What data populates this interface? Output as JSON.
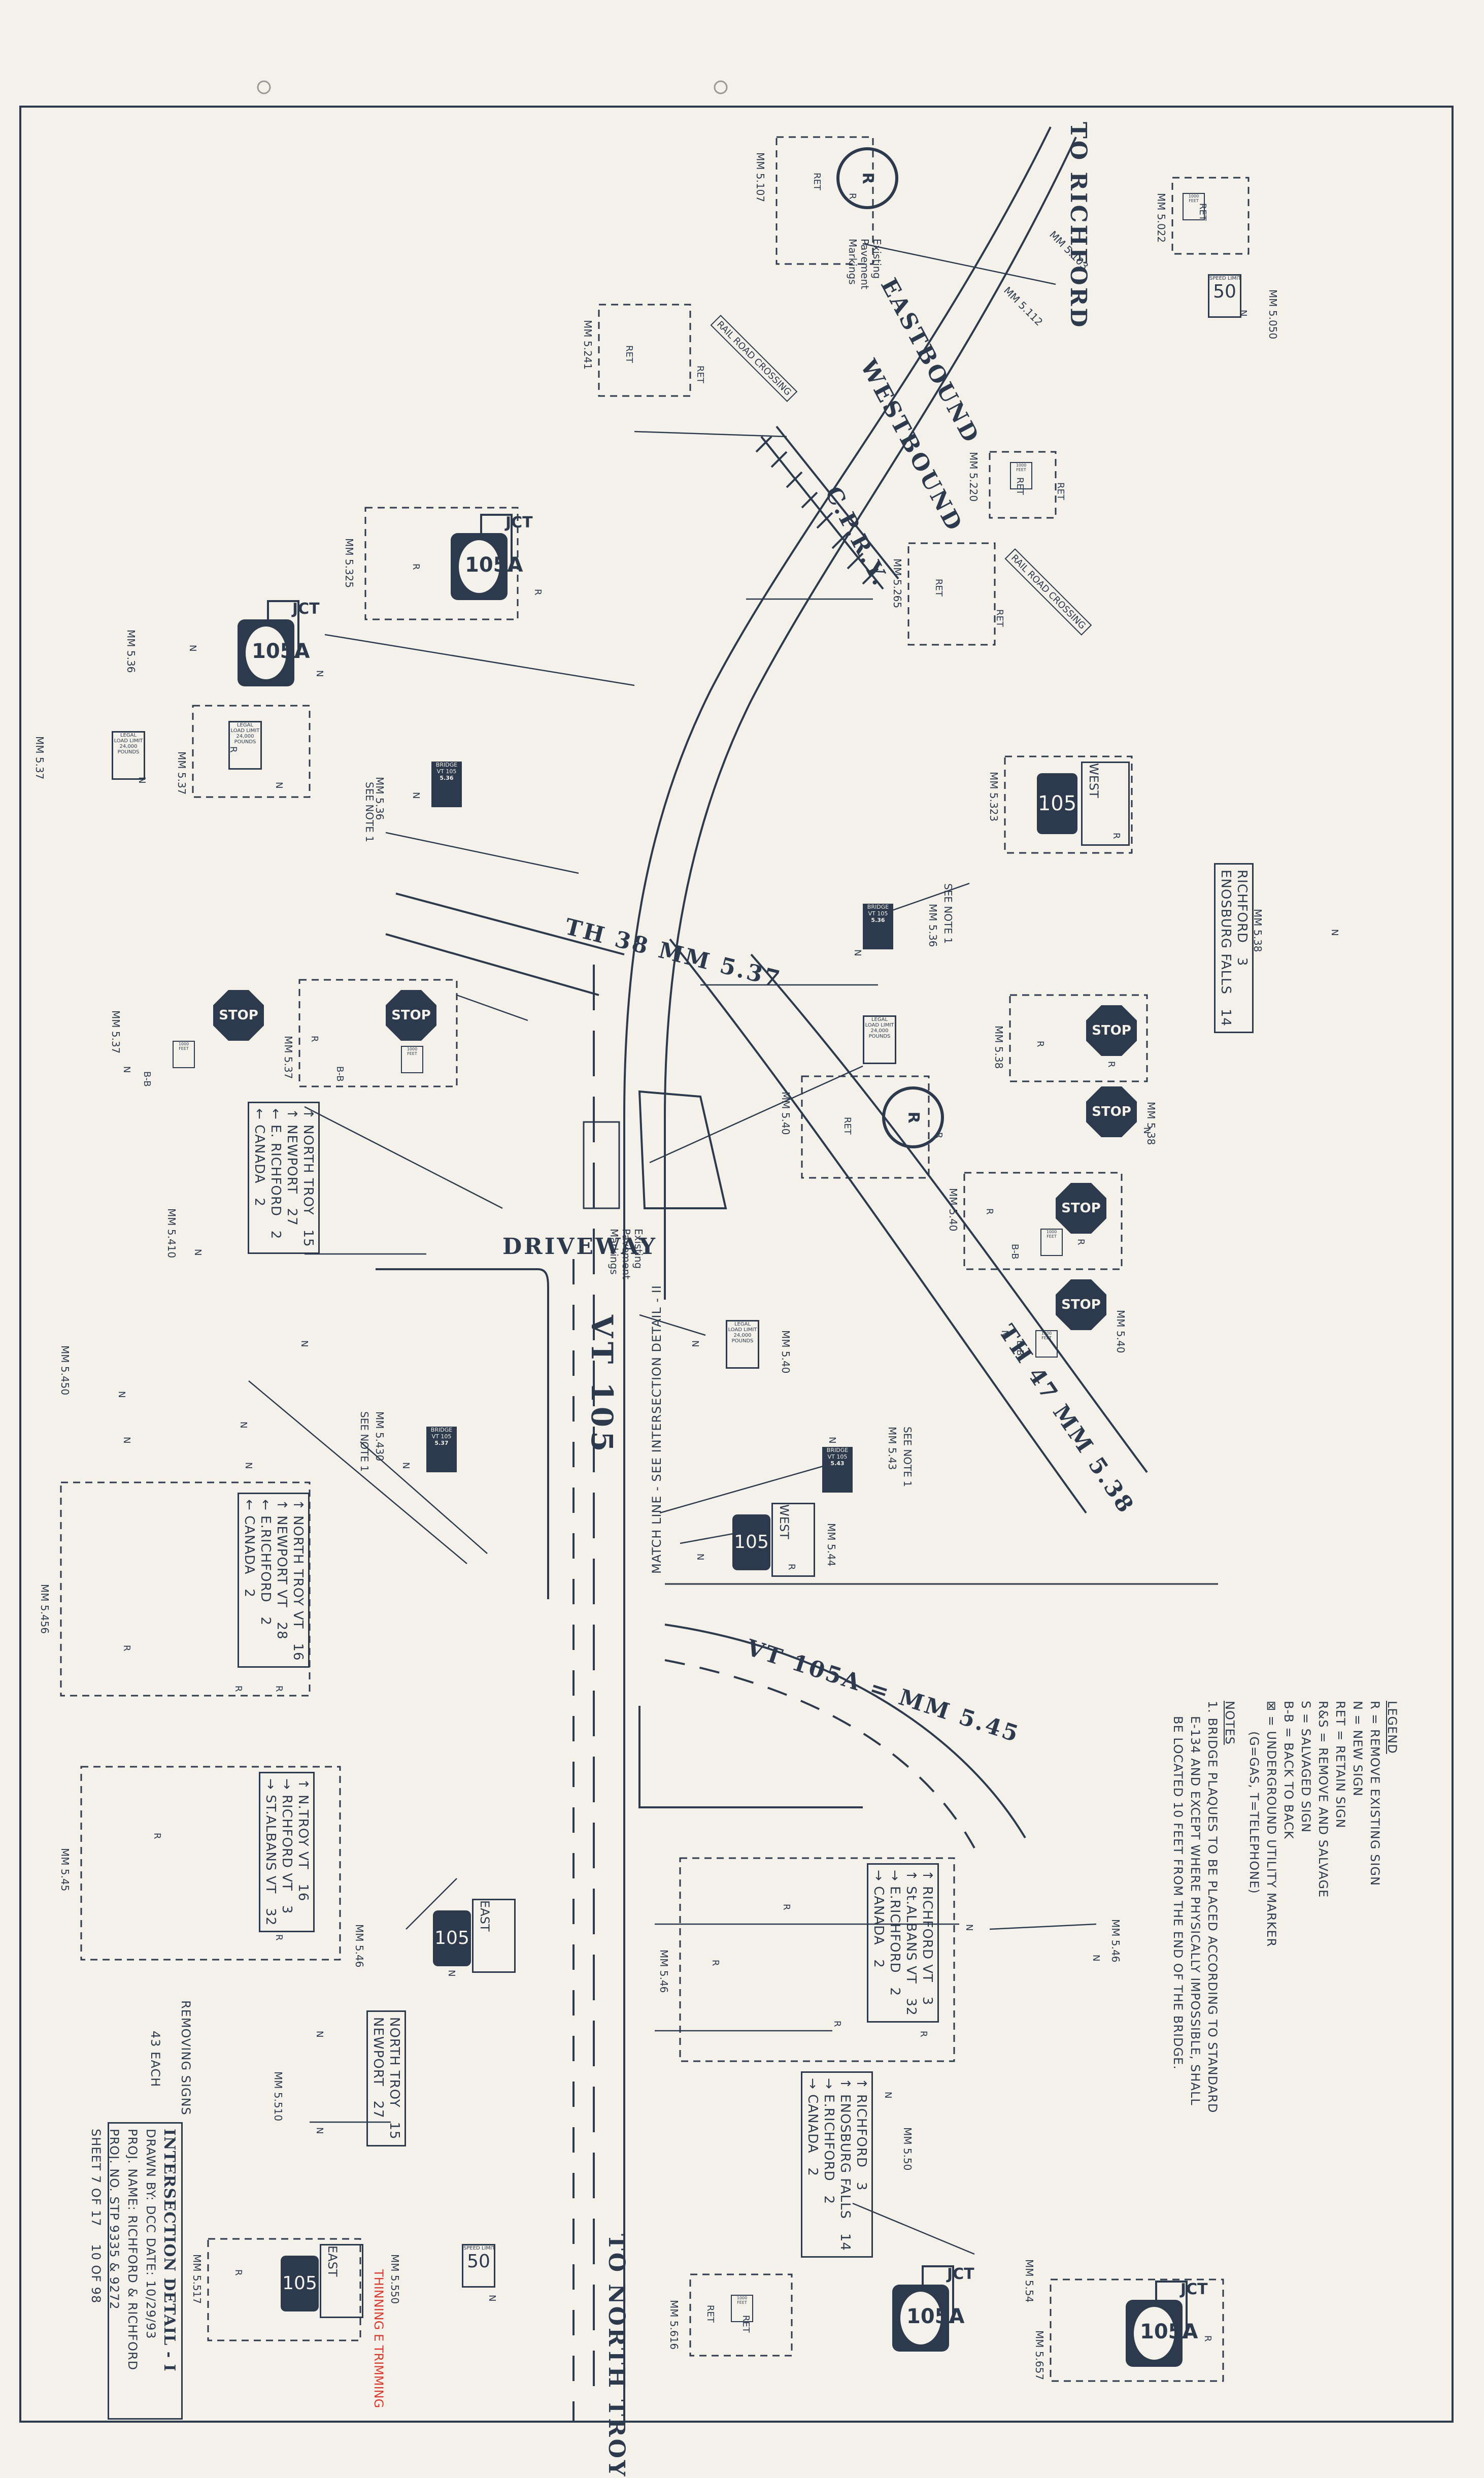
{
  "colors": {
    "paper": "#f3f1ea",
    "ink": "#2d3a4d",
    "annotation_red": "#d63a2e"
  },
  "road_labels": {
    "to_richford": "TO RICHFORD",
    "to_north_troy": "TO NORTH TROY",
    "eastbound": "EASTBOUND",
    "westbound": "WESTBOUND",
    "railroad": "C.P.R.Y.",
    "th38": "TH 38 MM 5.37",
    "th47": "TH 47 MM 5.38",
    "vt105": "VT 105",
    "vt105a": "VT 105A = MM 5.45",
    "driveway": "DRIVEWAY",
    "match_line": "MATCH LINE - SEE INTERSECTION DETAIL - II",
    "existing_markings_1": "Existing Pavement Markings",
    "existing_markings_2": "Existing Pavement Markings"
  },
  "mileposts": [
    "MM 5.107",
    "MM 5.103",
    "MM 5.112",
    "MM 5.022",
    "MM 5.050",
    "MM 5.241",
    "MM 5.220",
    "MM 5.325",
    "MM 5.265",
    "MM 5.36",
    "MM 5.37",
    "MM 5.37",
    "MM 5.36",
    "MM 5.323",
    "MM 5.36",
    "MM 5.38",
    "MM 5.37",
    "MM 5.37",
    "MM 5.38",
    "MM 5.38",
    "MM 5.40",
    "MM 5.410",
    "MM 5.40",
    "MM 5.40",
    "MM 5.40",
    "MM 5.450",
    "MM 5.430",
    "MM 5.43",
    "MM 5.44",
    "MM 5.456",
    "MM 5.45",
    "MM 5.46",
    "MM 5.46",
    "MM 5.46",
    "MM 5.510",
    "MM 5.50",
    "MM 5.517",
    "MM 5.550",
    "MM 5.54",
    "MM 5.616",
    "MM 5.657"
  ],
  "see_notes": [
    "SEE NOTE 1",
    "SEE NOTE 1",
    "SEE NOTE 1",
    "SEE NOTE 1"
  ],
  "sign_codes": {
    "R": "R",
    "N": "N",
    "RET": "RET",
    "BB": "B-B"
  },
  "signs": {
    "rr_crossing_letter": "R",
    "crossing_text": "RAIL ROAD CROSSING",
    "jct": "JCT",
    "route_105a": "105A",
    "route_105": "105",
    "east": "EAST",
    "west": "WEST",
    "stop": "STOP",
    "speed_limit_text": "SPEED LIMIT",
    "speed_50": "50",
    "bridge_plaque": "BRIDGE VT 105",
    "bridge_5_36": "5.36",
    "bridge_5_37": "5.37",
    "bridge_5_43": "5.43",
    "weight_limit": "LEGAL LOAD LIMIT 24,000 POUNDS",
    "hundred_yards": "1000 FEET",
    "dest_ntroy": [
      "NORTH TROY",
      "15",
      "NEWPORT",
      "27",
      "E. RICHFORD",
      "2",
      "CANADA",
      "2"
    ],
    "dest_ntroy_vt": [
      "NORTH TROY VT",
      "16",
      "NEWPORT VT",
      "28",
      "E.RICHFORD",
      "2",
      "CANADA",
      "2"
    ],
    "dest_ntroy_sa": [
      "N.TROY VT",
      "16",
      "RICHFORD VT",
      "3",
      "ST.ALBANS VT",
      "32"
    ],
    "dest_richford": [
      "RICHFORD VT",
      "3",
      "St.ALBANS VT",
      "32",
      "E.RICHFORD",
      "2",
      "CANADA",
      "2"
    ],
    "dest_enosburg": [
      "RICHFORD",
      "3",
      "ENOSBURG FALLS",
      "14",
      "E.RICHFORD",
      "2",
      "CANADA",
      "2"
    ],
    "dest_richford_enos": [
      "RICHFORD",
      "3",
      "ENOSBURG FALLS",
      "14"
    ],
    "dest_ntroy_newport": [
      "NORTH TROY",
      "15",
      "NEWPORT",
      "27"
    ]
  },
  "legend": {
    "title": "LEGEND",
    "items": [
      "R = REMOVE EXISTING SIGN",
      "N = NEW SIGN",
      "RET = RETAIN SIGN",
      "R&S = REMOVE AND SALVAGE",
      "S = SALVAGED SIGN",
      "B-B = BACK TO BACK",
      "⊠ = UNDERGROUND UTILITY MARKER",
      "(G=GAS, T=TELEPHONE)"
    ]
  },
  "notes": {
    "title": "NOTES",
    "items": [
      "1. BRIDGE PLAQUES TO BE PLACED ACCORDING TO STANDARD",
      "E-134 AND EXCEPT WHERE PHYSICALLY IMPOSSIBLE, SHALL",
      "BE LOCATED 10 FEET FROM THE END OF THE BRIDGE."
    ]
  },
  "removing": {
    "label": "REMOVING SIGNS",
    "count": "43 EACH"
  },
  "title_block": {
    "title": "INTERSECTION DETAIL - I",
    "drawn": "DRAWN BY: DCC   DATE: 10/29/93",
    "proj_name": "PROJ. NAME: RICHFORD & RICHFORD",
    "proj_no": "PROJ. NO. STP 9335 & 9272",
    "sheet": "SHEET  7  OF  17",
    "sheet_alt": "10 OF 98"
  },
  "handwritten": "THINNING E TRIMMING"
}
